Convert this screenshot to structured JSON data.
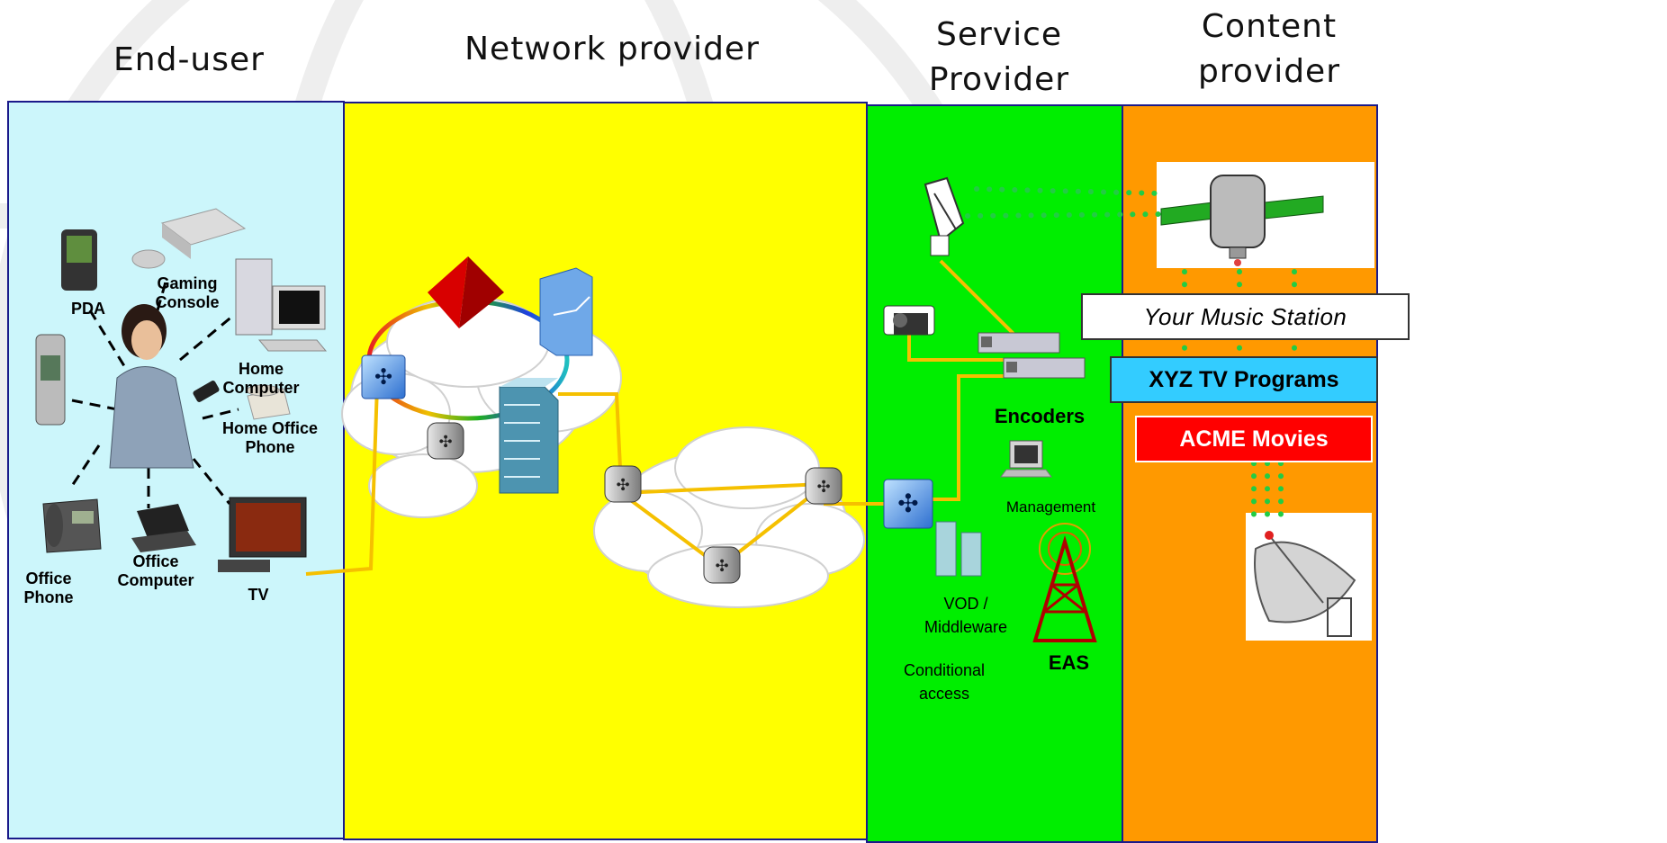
{
  "headers": {
    "end_user": "End-user",
    "network_provider": "Network provider",
    "service_provider": "Service\nProvider",
    "content_provider": "Content\nprovider"
  },
  "end_user": {
    "pda": "PDA",
    "gaming_console": "Gaming\nConsole",
    "home_computer": "Home\nComputer",
    "home_office_phone": "Home Office\nPhone",
    "tv": "TV",
    "office_computer": "Office\nComputer",
    "office_phone": "Office\nPhone"
  },
  "service_provider": {
    "encoders": "Encoders",
    "management": "Management",
    "vod": "VOD /\nMiddleware",
    "conditional_access": "Conditional\naccess",
    "eas": "EAS"
  },
  "content_provider": {
    "channels": [
      "Your Music Station",
      "XYZ TV Programs",
      "ACME Movies"
    ]
  },
  "colors": {
    "end_user_bg": "#ccf6fb",
    "network_bg": "#ffff00",
    "service_bg": "#00ee00",
    "content_bg": "#ff9900",
    "link": "#f5c000",
    "signal": "#22cc44",
    "xyz_box": "#33ccff",
    "acme_box": "#ff0000"
  }
}
